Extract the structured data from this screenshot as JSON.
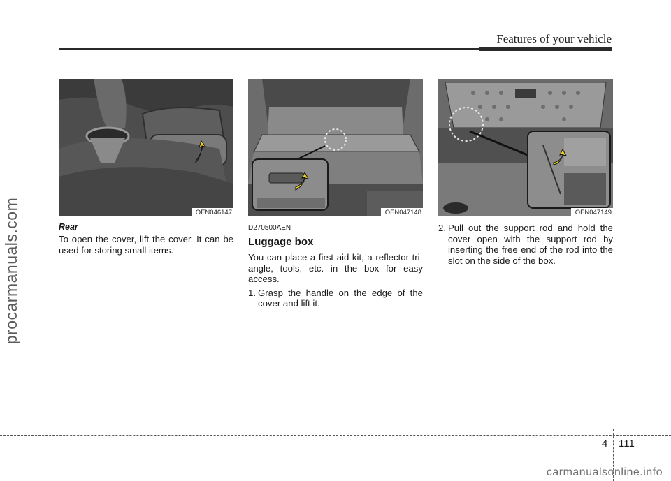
{
  "header": {
    "title": "Features of your vehicle"
  },
  "watermarks": {
    "side": "procarmanuals.com",
    "bottom": "carmanualsonline.info"
  },
  "columns": [
    {
      "figure_code": "OEN046147",
      "subheading": "Rear",
      "paragraph": "To open the cover, lift the cover. It can be used for storing small items."
    },
    {
      "figure_code": "OEN047148",
      "section_code": "D270500AEN",
      "section_title": "Luggage box",
      "paragraph": "You can place a first aid kit, a reflector tri-angle, tools, etc. in the box for easy access.",
      "step_number": "1.",
      "step_text": "Grasp the handle on the edge of the cover and lift it."
    },
    {
      "figure_code": "OEN047149",
      "step_number": "2.",
      "step_text": "Pull out the support rod and hold the cover open with the support rod by inserting the free end of the rod into the slot on the side of the box."
    }
  ],
  "footer": {
    "chapter": "4",
    "page": "111"
  },
  "colors": {
    "illustration_bg": "#4a4a4a",
    "arrow_accent": "#f2d21b"
  }
}
